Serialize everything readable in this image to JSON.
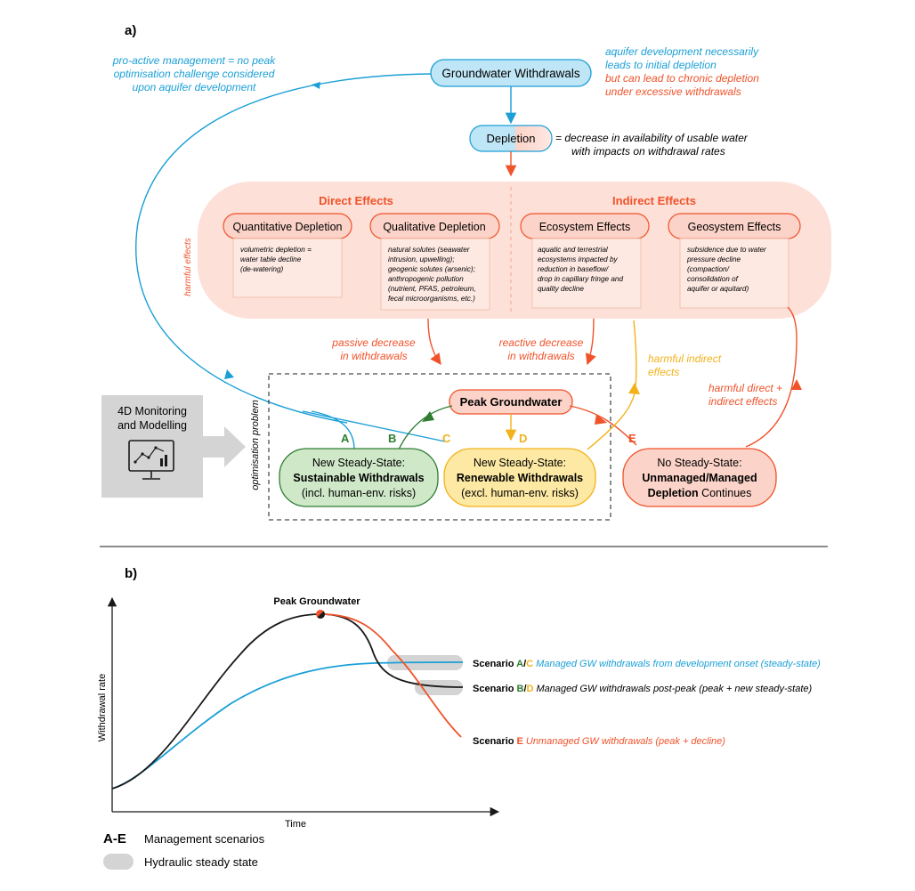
{
  "panel_a": {
    "label": "a)",
    "withdrawals": "Groundwater Withdrawals",
    "depletion": "Depletion",
    "depletion_def": [
      "= decrease in availability of usable water",
      "with impacts on withdrawal rates"
    ],
    "note_left": [
      "pro-active management = no peak",
      "optimisation challenge considered",
      "upon aquifer development"
    ],
    "note_right_blue": [
      "aquifer development necessarily",
      "leads to initial depletion"
    ],
    "note_right_red": [
      "but can lead to chronic depletion",
      "under excessive withdrawals"
    ],
    "direct_effects": "Direct Effects",
    "indirect_effects": "Indirect Effects",
    "harmful_effects": "harmful effects",
    "effects": [
      {
        "title": "Quantitative Depletion",
        "lines": [
          "volumetric depletion =",
          "water table decline",
          "(de-watering)"
        ]
      },
      {
        "title": "Qualitative Depletion",
        "lines": [
          "natural solutes (seawater",
          "intrusion, upwelling);",
          "geogenic solutes (arsenic);",
          "anthropogenic pollution",
          "(nutrient, PFAS, petroleum,",
          "fecal microorganisms, etc.)"
        ]
      },
      {
        "title": "Ecosystem Effects",
        "lines": [
          "aquatic and terrestrial",
          "ecosystems impacted by",
          "reduction in baseflow/",
          "drop in capillary fringe and",
          "quality decline"
        ]
      },
      {
        "title": "Geosystem Effects",
        "lines": [
          "subsidence due to water",
          "pressure decline",
          "(compaction/",
          "consolidation of",
          "aquifer or aquitard)"
        ]
      }
    ],
    "passive_decrease": [
      "passive decrease",
      "in withdrawals"
    ],
    "reactive_decrease": [
      "reactive decrease",
      "in withdrawals"
    ],
    "harmful_indirect": [
      "harmful indirect",
      "effects"
    ],
    "harmful_direct_indirect": [
      "harmful direct +",
      "indirect effects"
    ],
    "peak_groundwater": "Peak Groundwater",
    "optimisation_problem": "optimisation problem",
    "monitoring": [
      "4D Monitoring",
      "and Modelling"
    ],
    "letters": [
      "A",
      "B",
      "C",
      "D",
      "E"
    ],
    "sustainable": [
      "New Steady-State:",
      "Sustainable Withdrawals",
      "(incl. human-env. risks)"
    ],
    "renewable": [
      "New Steady-State:",
      "Renewable Withdrawals",
      "(excl. human-env. risks)"
    ],
    "unmanaged": [
      "No Steady-State:",
      "Unmanaged/Managed",
      "Depletion",
      " Continues"
    ]
  },
  "panel_b": {
    "label": "b)",
    "peak_label": "Peak Groundwater",
    "ylabel": "Withdrawal rate",
    "xlabel": "Time",
    "scenario_ac": {
      "prefix": "Scenario ",
      "l1": "A",
      "sep": "/",
      "l2": "C",
      "text": "Managed GW withdrawals from development onset (steady-state)"
    },
    "scenario_bd": {
      "prefix": "Scenario ",
      "l1": "B",
      "sep": "/",
      "l2": "D",
      "text": "Managed GW withdrawals post-peak (peak + new steady-state)"
    },
    "scenario_e": {
      "prefix": "Scenario ",
      "l1": "E",
      "text": "Unmanaged GW withdrawals (peak + decline)"
    },
    "legend_letters": "A-E",
    "legend_scenarios": "Management scenarios",
    "legend_steady": "Hydraulic steady state"
  },
  "colors": {
    "blue": "#1a9fd6",
    "blue_fill": "#bfe6f6",
    "red": "#f0522a",
    "red_fill": "#fcd3c8",
    "pink_panel": "#fde0d8",
    "green": "#2e7d32",
    "green_fill": "#cfe8c8",
    "yellow": "#f2b21b",
    "yellow_fill": "#fde9a3",
    "gray": "#d4d4d4"
  }
}
